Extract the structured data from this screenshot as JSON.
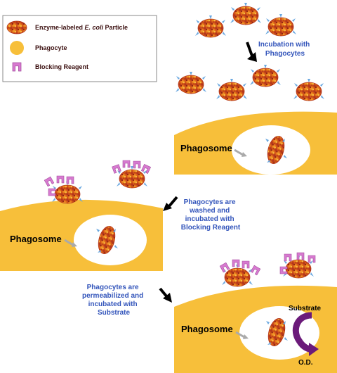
{
  "legend": {
    "items": [
      {
        "label_pre": "Enzyme-labeled ",
        "label_em": "E. coli",
        "label_post": " Particle"
      },
      {
        "label": "Phagocyte"
      },
      {
        "label": "Blocking Reagent"
      }
    ]
  },
  "steps": {
    "step1": [
      "Incubation with",
      "Phagocytes"
    ],
    "step2": [
      "Phagocytes are",
      "washed and",
      "incubated with",
      "Blocking Reagent"
    ],
    "step3": [
      "Phagocytes are",
      "permeabilized and",
      "incubated with",
      "Substrate"
    ]
  },
  "labels": {
    "phagosome": "Phagosome",
    "substrate": "Substrate",
    "od": "O.D."
  },
  "colors": {
    "phagocyte": "#f7bf3a",
    "particle": "#e47a1a",
    "particle_dark": "#b3341c",
    "blocking": "#d77ad0",
    "receptor": "#6aa8e0",
    "step_text": "#3355bb",
    "purple_arrow": "#6b1a7a"
  }
}
